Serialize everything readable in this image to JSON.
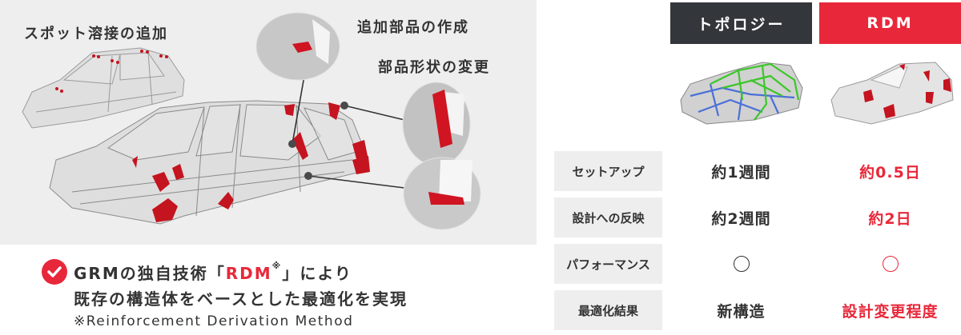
{
  "left_panel": {
    "labels": {
      "spot_weld": "スポット溶接の追加",
      "add_parts": "追加部品の作成",
      "shape_change": "部品形状の変更"
    }
  },
  "summary": {
    "line1_prefix": "GRMの独自技術「",
    "line1_highlight": "RDM",
    "line1_mark": "※",
    "line1_suffix": "」により",
    "line2": "既存の構造体をベースとした最適化を実現",
    "line3": "※Reinforcement Derivation Method"
  },
  "comparison": {
    "headers": {
      "topology": "トポロジー",
      "rdm": "RDM"
    },
    "rows": [
      {
        "label": "セットアップ",
        "topology": "約1週間",
        "rdm": "約0.5日"
      },
      {
        "label": "設計への反映",
        "topology": "約2週間",
        "rdm": "約2日"
      },
      {
        "label": "パフォーマンス",
        "topology": "○",
        "rdm": "○"
      },
      {
        "label": "最適化結果",
        "topology": "新構造",
        "rdm": "設計変更程度"
      }
    ]
  },
  "colors": {
    "accent_red": "#e8283a",
    "dark_header": "#33363a",
    "panel_gray": "#eeeeee",
    "topology_green": "#3cc62a",
    "topology_blue": "#4a6fd8"
  }
}
